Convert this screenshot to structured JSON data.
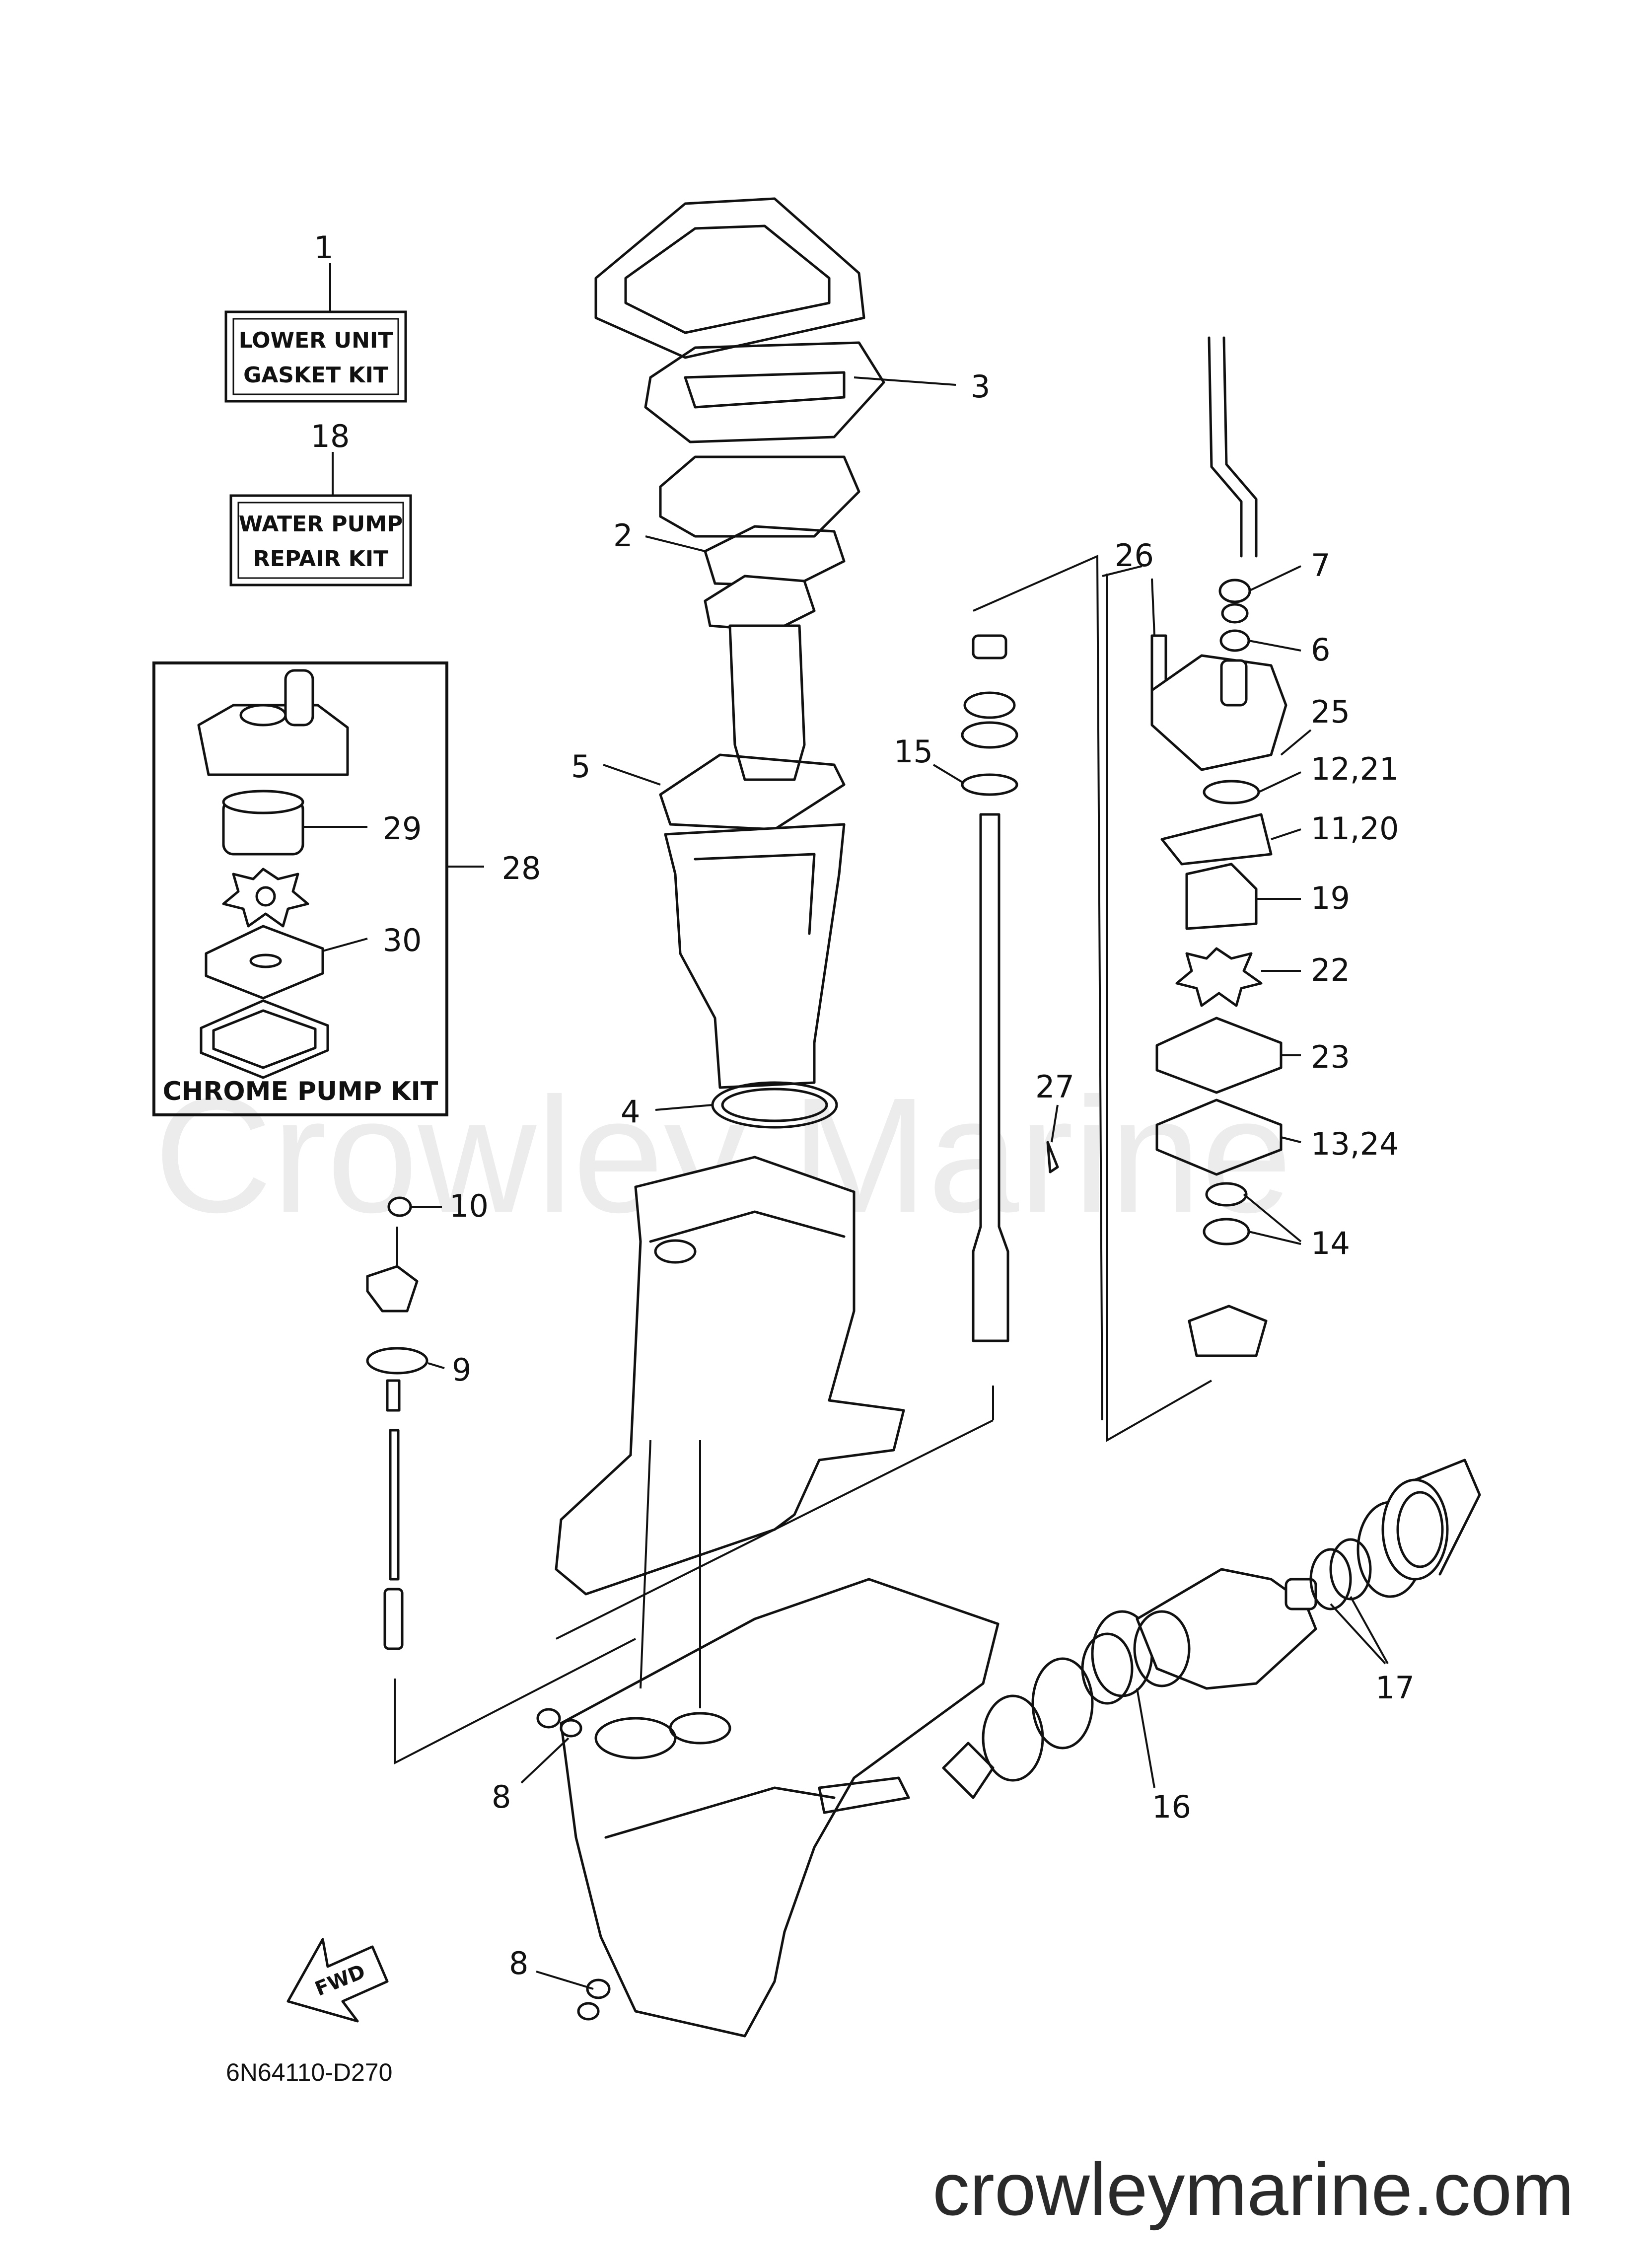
{
  "kits": {
    "lower_unit": {
      "number": "1",
      "line1": "LOWER UNIT",
      "line2": "GASKET KIT"
    },
    "water_pump": {
      "number": "18",
      "line1": "WATER PUMP",
      "line2": "REPAIR KIT"
    },
    "chrome_pump": {
      "number": "28",
      "label": "CHROME PUMP KIT"
    }
  },
  "callouts": {
    "c2": "2",
    "c3": "3",
    "c4": "4",
    "c5": "5",
    "c6": "6",
    "c7": "7",
    "c8a": "8",
    "c8b": "8",
    "c9": "9",
    "c10": "10",
    "c11_20": "11,20",
    "c12_21": "12,21",
    "c13_24": "13,24",
    "c14": "14",
    "c15": "15",
    "c16": "16",
    "c17": "17",
    "c19": "19",
    "c22": "22",
    "c23": "23",
    "c25": "25",
    "c26": "26",
    "c27": "27",
    "c29": "29",
    "c30": "30"
  },
  "fwd_label": "FWD",
  "drawing_number": "6N64110-D270",
  "watermark_diagonal": "Crowley Marine",
  "watermark_footer": "crowleymarine.com"
}
